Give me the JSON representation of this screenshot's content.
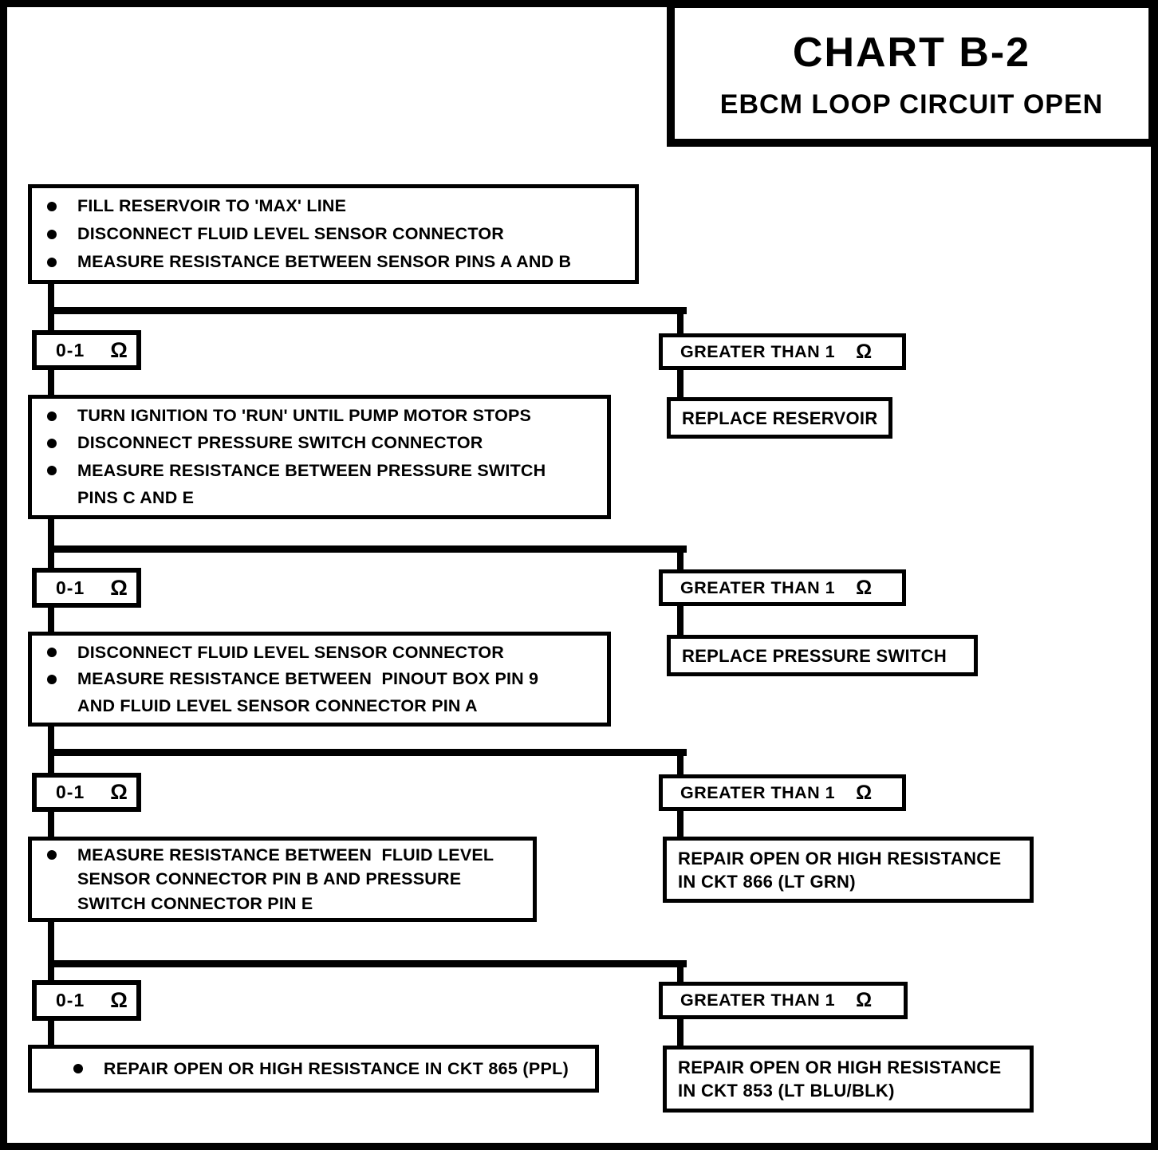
{
  "title": {
    "line1": "CHART B-2",
    "line2": "EBCM LOOP CIRCUIT OPEN"
  },
  "symbols": {
    "omega": "Ω"
  },
  "steps": [
    {
      "instructions": [
        "FILL RESERVOIR TO 'MAX' LINE",
        "DISCONNECT FLUID LEVEL SENSOR CONNECTOR",
        "MEASURE RESISTANCE BETWEEN SENSOR PINS A AND B"
      ],
      "low_label": "0-1",
      "high_label": "GREATER THAN 1",
      "high_action": [
        "REPLACE RESERVOIR"
      ]
    },
    {
      "instructions": [
        "TURN IGNITION TO 'RUN' UNTIL PUMP MOTOR STOPS",
        "DISCONNECT PRESSURE SWITCH CONNECTOR",
        "MEASURE RESISTANCE BETWEEN PRESSURE SWITCH",
        "PINS C AND E"
      ],
      "low_label": "0-1",
      "high_label": "GREATER THAN 1",
      "high_action": [
        "REPLACE PRESSURE SWITCH"
      ]
    },
    {
      "instructions": [
        "DISCONNECT FLUID LEVEL SENSOR CONNECTOR",
        "MEASURE RESISTANCE BETWEEN  PINOUT BOX PIN 9",
        "AND FLUID LEVEL SENSOR CONNECTOR PIN A"
      ],
      "low_label": "0-1",
      "high_label": "GREATER THAN 1",
      "high_action": [
        "REPAIR OPEN OR HIGH RESISTANCE",
        "IN CKT 866 (LT GRN)"
      ]
    },
    {
      "instructions": [
        "MEASURE RESISTANCE BETWEEN  FLUID LEVEL",
        "SENSOR CONNECTOR PIN B AND PRESSURE",
        "SWITCH CONNECTOR PIN E"
      ],
      "low_label": "0-1",
      "high_label": "GREATER THAN 1",
      "high_action": [
        "REPAIR OPEN OR HIGH RESISTANCE",
        "IN CKT 853 (LT BLU/BLK)"
      ],
      "low_action": "REPAIR OPEN OR HIGH RESISTANCE IN CKT 865 (PPL)"
    }
  ]
}
